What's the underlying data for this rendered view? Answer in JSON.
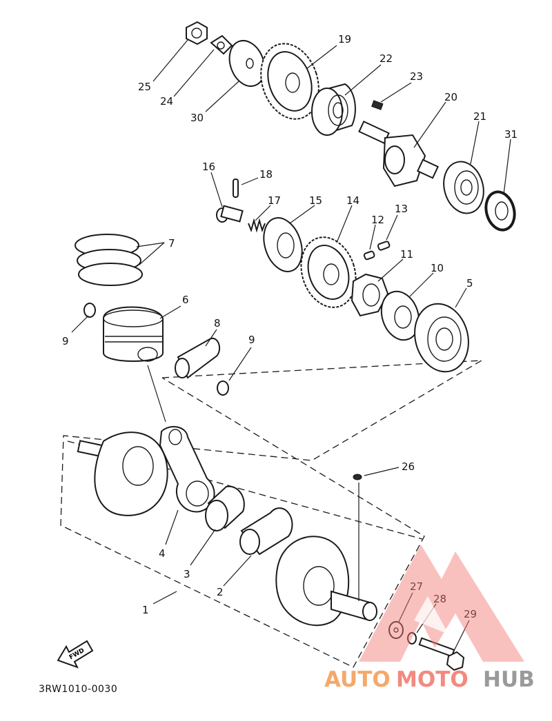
{
  "diagram": {
    "code": "3RW1010-0030",
    "fwd_label": "FWD",
    "parts": [
      {
        "id": "p1",
        "label": "1"
      },
      {
        "id": "p2",
        "label": "2"
      },
      {
        "id": "p3",
        "label": "3"
      },
      {
        "id": "p4",
        "label": "4"
      },
      {
        "id": "p5",
        "label": "5"
      },
      {
        "id": "p6",
        "label": "6"
      },
      {
        "id": "p7",
        "label": "7"
      },
      {
        "id": "p8",
        "label": "8"
      },
      {
        "id": "p9a",
        "label": "9"
      },
      {
        "id": "p9b",
        "label": "9"
      },
      {
        "id": "p10",
        "label": "10"
      },
      {
        "id": "p11",
        "label": "11"
      },
      {
        "id": "p12",
        "label": "12"
      },
      {
        "id": "p13",
        "label": "13"
      },
      {
        "id": "p14",
        "label": "14"
      },
      {
        "id": "p15",
        "label": "15"
      },
      {
        "id": "p16",
        "label": "16"
      },
      {
        "id": "p17",
        "label": "17"
      },
      {
        "id": "p18",
        "label": "18"
      },
      {
        "id": "p19",
        "label": "19"
      },
      {
        "id": "p20",
        "label": "20"
      },
      {
        "id": "p21",
        "label": "21"
      },
      {
        "id": "p22",
        "label": "22"
      },
      {
        "id": "p23",
        "label": "23"
      },
      {
        "id": "p24",
        "label": "24"
      },
      {
        "id": "p25",
        "label": "25"
      },
      {
        "id": "p26",
        "label": "26"
      },
      {
        "id": "p27",
        "label": "27"
      },
      {
        "id": "p28",
        "label": "28"
      },
      {
        "id": "p29",
        "label": "29"
      },
      {
        "id": "p30",
        "label": "30"
      },
      {
        "id": "p31",
        "label": "31"
      }
    ]
  },
  "watermark": {
    "part1": "AUTO",
    "part2": "MOTO",
    "part3": "HUB",
    "colors": {
      "part1": "#f4a96a",
      "part2": "#f28a80",
      "part3": "#9a9a9a",
      "logo": "#f27a72"
    }
  }
}
